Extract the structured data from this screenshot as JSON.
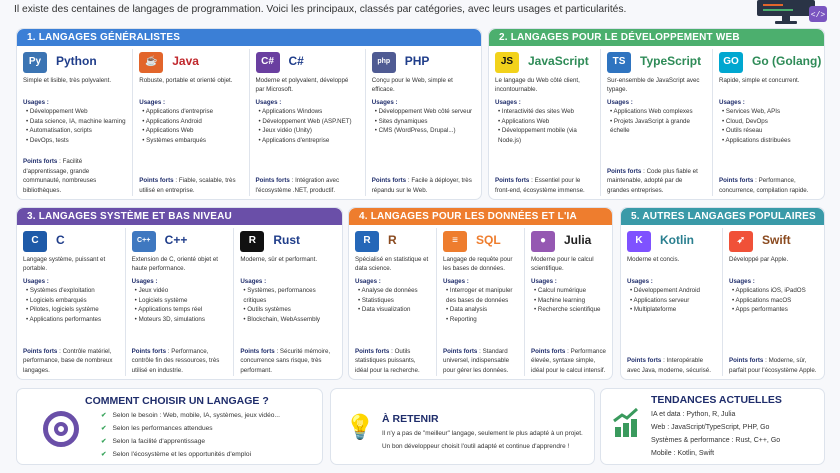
{
  "intro": "Il existe des centaines de langages de programmation. Voici les principaux, classés par catégories, avec leurs usages et particularités.",
  "labels": {
    "usages": "Usages :",
    "strengths": "Points forts"
  },
  "monitor_icon": {
    "name": "code-monitor-icon",
    "badge": "</>"
  },
  "sections": [
    {
      "title": "1. LANGAGES GÉNÉRALISTES",
      "color": "#3b7fd6",
      "langs": [
        {
          "name": "Python",
          "color": "#1f3d8a",
          "icon": "python-icon",
          "icon_bg": "#3b74b3",
          "icon_text": "Py",
          "desc": "Simple et lisible, très polyvalent.",
          "usages": [
            "Développement Web",
            "Data science, IA, machine learning",
            "Automatisation, scripts",
            "DevOps, tests"
          ],
          "strengths": "Facilité d'apprentissage, grande communauté, nombreuses bibliothèques."
        },
        {
          "name": "Java",
          "color": "#c0282d",
          "icon": "java-icon",
          "icon_bg": "#e2652b",
          "icon_text": "☕",
          "desc": "Robuste, portable et orienté objet.",
          "usages": [
            "Applications d'entreprise",
            "Applications Android",
            "Applications Web",
            "Systèmes embarqués"
          ],
          "strengths": "Fiable, scalable, très utilisé en entreprise."
        },
        {
          "name": "C#",
          "color": "#1f3d8a",
          "icon": "csharp-icon",
          "icon_bg": "#6a3fa0",
          "icon_text": "C#",
          "desc": "Moderne et polyvalent, développé par Microsoft.",
          "usages": [
            "Applications Windows",
            "Développement Web (ASP.NET)",
            "Jeux vidéo (Unity)",
            "Applications d'entreprise"
          ],
          "strengths": "Intégration avec l'écosystème .NET, productif."
        },
        {
          "name": "PHP",
          "color": "#1f3d8a",
          "icon": "php-icon",
          "icon_bg": "#4f5b93",
          "icon_text": "php",
          "desc": "Conçu pour le Web, simple et efficace.",
          "usages": [
            "Développement Web côté serveur",
            "Sites dynamiques",
            "CMS (WordPress, Drupal...)"
          ],
          "strengths": "Facile à déployer, très répandu sur le Web."
        }
      ]
    },
    {
      "title": "2. LANGAGES POUR LE DÉVELOPPEMENT WEB",
      "color": "#4caf6e",
      "langs": [
        {
          "name": "JavaScript",
          "color": "#2e8b57",
          "icon": "javascript-icon",
          "icon_bg": "#f2d21b",
          "icon_text": "JS",
          "desc": "Le langage du Web côté client, incontournable.",
          "usages": [
            "Interactivité des sites Web",
            "Applications Web",
            "Développement mobile (via Node.js)"
          ],
          "strengths": "Essentiel pour le front-end, écosystème immense."
        },
        {
          "name": "TypeScript",
          "color": "#2e8b57",
          "icon": "typescript-icon",
          "icon_bg": "#2f74c0",
          "icon_text": "TS",
          "desc": "Sur-ensemble de JavaScript avec typage.",
          "usages": [
            "Applications Web complexes",
            "Projets JavaScript à grande échelle"
          ],
          "strengths": "Code plus fiable et maintenable, adopté par de grandes entreprises."
        },
        {
          "name": "Go (Golang)",
          "color": "#2e8b57",
          "icon": "go-icon",
          "icon_bg": "#00a7d0",
          "icon_text": "GO",
          "desc": "Rapide, simple et concurrent.",
          "usages": [
            "Services Web, APIs",
            "Cloud, DevOps",
            "Outils réseau",
            "Applications distribuées"
          ],
          "strengths": "Performance, concurrence, compilation rapide."
        }
      ]
    },
    {
      "title": "3. LANGAGES SYSTÈME ET BAS NIVEAU",
      "color": "#6a4fa8",
      "langs": [
        {
          "name": "C",
          "color": "#1f3d8a",
          "icon": "c-icon",
          "icon_bg": "#1e5aa8",
          "icon_text": "C",
          "desc": "Langage système, puissant et portable.",
          "usages": [
            "Systèmes d'exploitation",
            "Logiciels embarqués",
            "Pilotes, logiciels système",
            "Applications performantes"
          ],
          "strengths": "Contrôle matériel, performance, base de nombreux langages."
        },
        {
          "name": "C++",
          "color": "#1f3d8a",
          "icon": "cpp-icon",
          "icon_bg": "#3f78c0",
          "icon_text": "C++",
          "desc": "Extension de C, orienté objet et haute performance.",
          "usages": [
            "Jeux vidéo",
            "Logiciels système",
            "Applications temps réel",
            "Moteurs 3D, simulations"
          ],
          "strengths": "Performance, contrôle fin des ressources, très utilisé en industrie."
        },
        {
          "name": "Rust",
          "color": "#1f3d8a",
          "icon": "rust-icon",
          "icon_bg": "#111111",
          "icon_text": "R",
          "desc": "Moderne, sûr et performant.",
          "usages": [
            "Systèmes, performances critiques",
            "Outils systèmes",
            "Blockchain, WebAssembly"
          ],
          "strengths": "Sécurité mémoire, concurrence sans risque, très performant."
        }
      ]
    },
    {
      "title": "4. LANGAGES POUR LES DONNÉES ET L'IA",
      "color": "#ee7d2e",
      "langs": [
        {
          "name": "R",
          "color": "#8a4a1f",
          "icon": "r-icon",
          "icon_bg": "#2567b8",
          "icon_text": "R",
          "desc": "Spécialisé en statistique et data science.",
          "usages": [
            "Analyse de données",
            "Statistiques",
            "Data visualization"
          ],
          "strengths": "Outils statistiques puissants, idéal pour la recherche."
        },
        {
          "name": "SQL",
          "color": "#ee7d2e",
          "icon": "database-icon",
          "icon_bg": "#ee7d2e",
          "icon_text": "≡",
          "desc": "Langage de requête pour les bases de données.",
          "usages": [
            "Interroger et manipuler des bases de données",
            "Data analysis",
            "Reporting"
          ],
          "strengths": "Standard universel, indispensable pour gérer les données."
        },
        {
          "name": "Julia",
          "color": "#222222",
          "icon": "julia-icon",
          "icon_bg": "#9558b2",
          "icon_text": "●",
          "desc": "Moderne pour le calcul scientifique.",
          "usages": [
            "Calcul numérique",
            "Machine learning",
            "Recherche scientifique"
          ],
          "strengths": "Performance élevée, syntaxe simple, idéal pour le calcul intensif."
        }
      ]
    },
    {
      "title": "5. AUTRES LANGAGES POPULAIRES",
      "color": "#3a9aa8",
      "langs": [
        {
          "name": "Kotlin",
          "color": "#2a7f8f",
          "icon": "kotlin-icon",
          "icon_bg": "#7f52ff",
          "icon_text": "K",
          "desc": "Moderne et concis.",
          "usages": [
            "Développement Android",
            "Applications serveur",
            "Multiplateforme"
          ],
          "strengths": "Interopérable avec Java, moderne, sécurisé."
        },
        {
          "name": "Swift",
          "color": "#8a4a1f",
          "icon": "swift-icon",
          "icon_bg": "#f05138",
          "icon_text": "➶",
          "desc": "Développé par Apple.",
          "usages": [
            "Applications iOS, iPadOS",
            "Applications macOS",
            "Apps performantes"
          ],
          "strengths": "Moderne, sûr, parfait pour l'écosystème Apple."
        }
      ]
    }
  ],
  "choose": {
    "title": "COMMENT CHOISIR UN LANGAGE ?",
    "icon": "target-icon",
    "items": [
      "Selon le besoin : Web, mobile, IA, systèmes, jeux vidéo...",
      "Selon les performances attendues",
      "Selon la facilité d'apprentissage",
      "Selon l'écosystème et les opportunités d'emploi"
    ],
    "check_color": "#3aa55d"
  },
  "remember": {
    "title": "À RETENIR",
    "icon": "lightbulb-icon",
    "lines": [
      "Il n'y a pas de \"meilleur\" langage, seulement le plus adapté à un projet.",
      "Un bon développeur choisit l'outil adapté et continue d'apprendre !"
    ]
  },
  "trends": {
    "title": "TENDANCES ACTUELLES",
    "icon": "trending-chart-icon",
    "lines": [
      "IA et data : Python, R, Julia",
      "Web : JavaScript/TypeScript, PHP, Go",
      "Systèmes & performance : Rust, C++, Go",
      "Mobile : Kotlin, Swift"
    ]
  }
}
